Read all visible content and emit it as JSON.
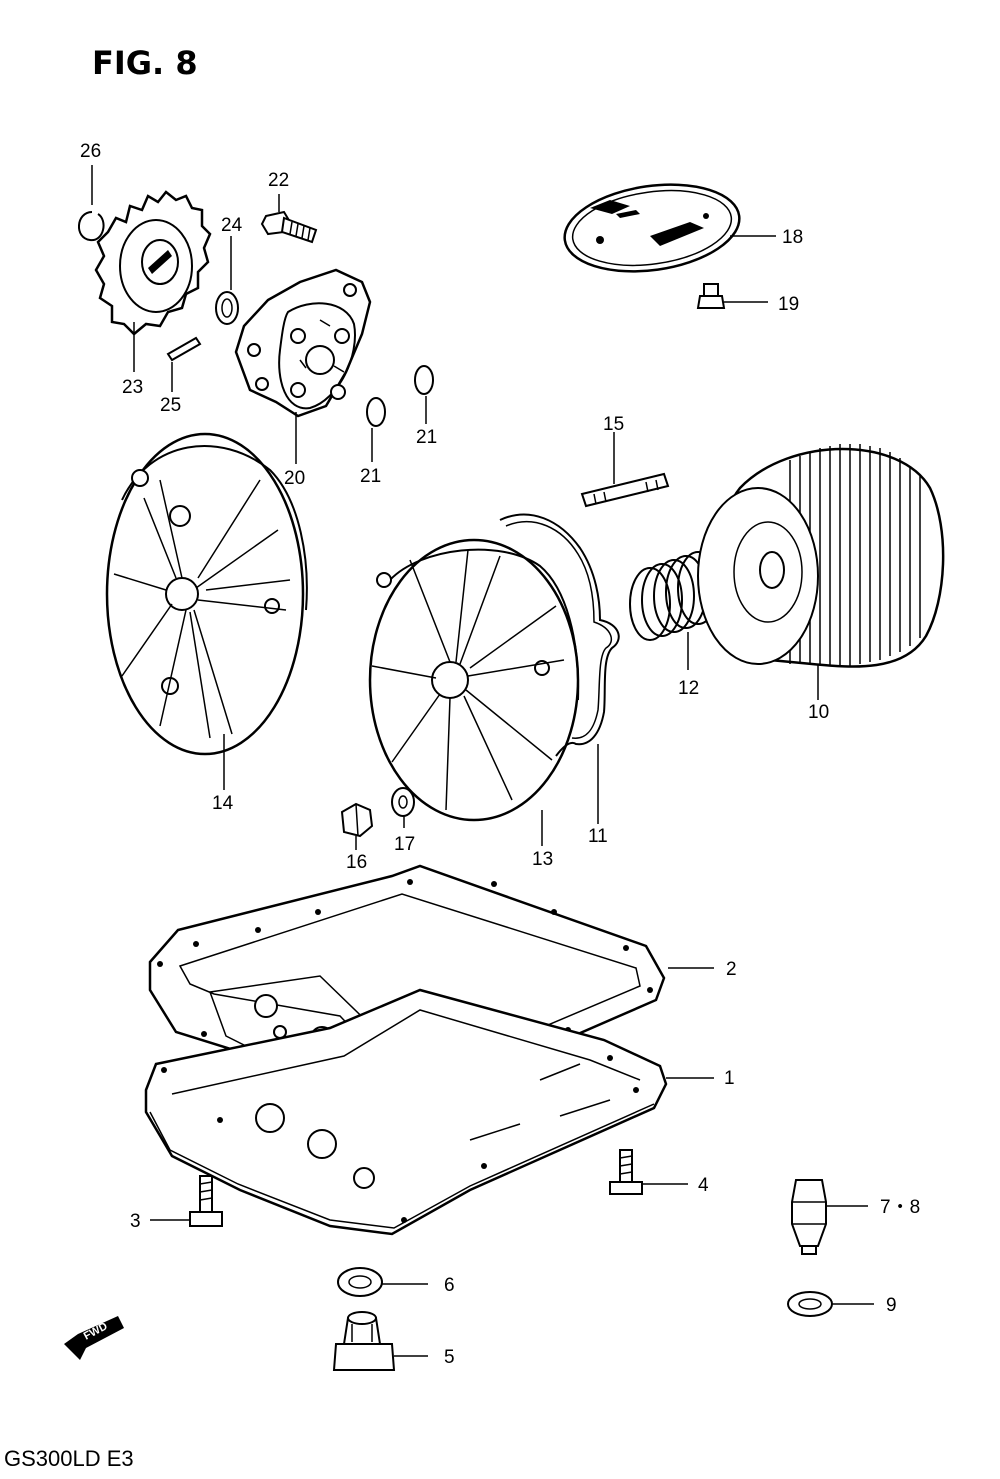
{
  "figure": {
    "title": "FIG. 8",
    "model_code": "GS300LD  E3",
    "forward_marker": "FWD"
  },
  "callouts": [
    {
      "id": "26",
      "label": "26"
    },
    {
      "id": "22",
      "label": "22"
    },
    {
      "id": "24",
      "label": "24"
    },
    {
      "id": "23",
      "label": "23"
    },
    {
      "id": "25",
      "label": "25"
    },
    {
      "id": "20",
      "label": "20"
    },
    {
      "id": "21a",
      "label": "21"
    },
    {
      "id": "21b",
      "label": "21"
    },
    {
      "id": "18",
      "label": "18"
    },
    {
      "id": "19",
      "label": "19"
    },
    {
      "id": "15",
      "label": "15"
    },
    {
      "id": "14",
      "label": "14"
    },
    {
      "id": "13",
      "label": "13"
    },
    {
      "id": "12",
      "label": "12"
    },
    {
      "id": "11",
      "label": "11"
    },
    {
      "id": "10",
      "label": "10"
    },
    {
      "id": "16",
      "label": "16"
    },
    {
      "id": "17",
      "label": "17"
    },
    {
      "id": "2",
      "label": "2"
    },
    {
      "id": "1",
      "label": "1"
    },
    {
      "id": "3",
      "label": "3"
    },
    {
      "id": "4",
      "label": "4"
    },
    {
      "id": "78",
      "label": "7・8"
    },
    {
      "id": "6",
      "label": "6"
    },
    {
      "id": "9",
      "label": "9"
    },
    {
      "id": "5",
      "label": "5"
    }
  ]
}
